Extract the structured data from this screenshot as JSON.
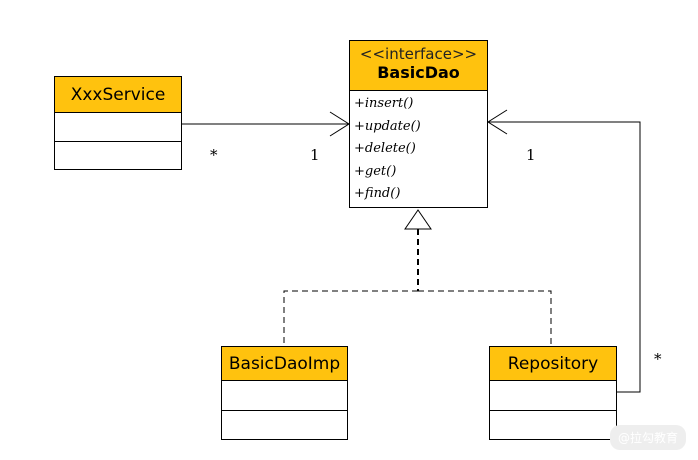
{
  "interface": {
    "stereotype": "<<interface>>",
    "name": "BasicDao",
    "methods": [
      "+insert()",
      "+update()",
      "+delete()",
      "+get()",
      "+find()"
    ]
  },
  "classes": {
    "xxx_service": "XxxService",
    "basic_dao_imp": "BasicDaoImp",
    "repository": "Repository"
  },
  "multiplicities": {
    "service_end": "*",
    "dao_end_from_service": "1",
    "dao_end_from_repository": "1",
    "repository_end": "*"
  },
  "watermark": "@拉勾教育",
  "colors": {
    "header_fill": "#ffc20e",
    "line": "#000000"
  }
}
